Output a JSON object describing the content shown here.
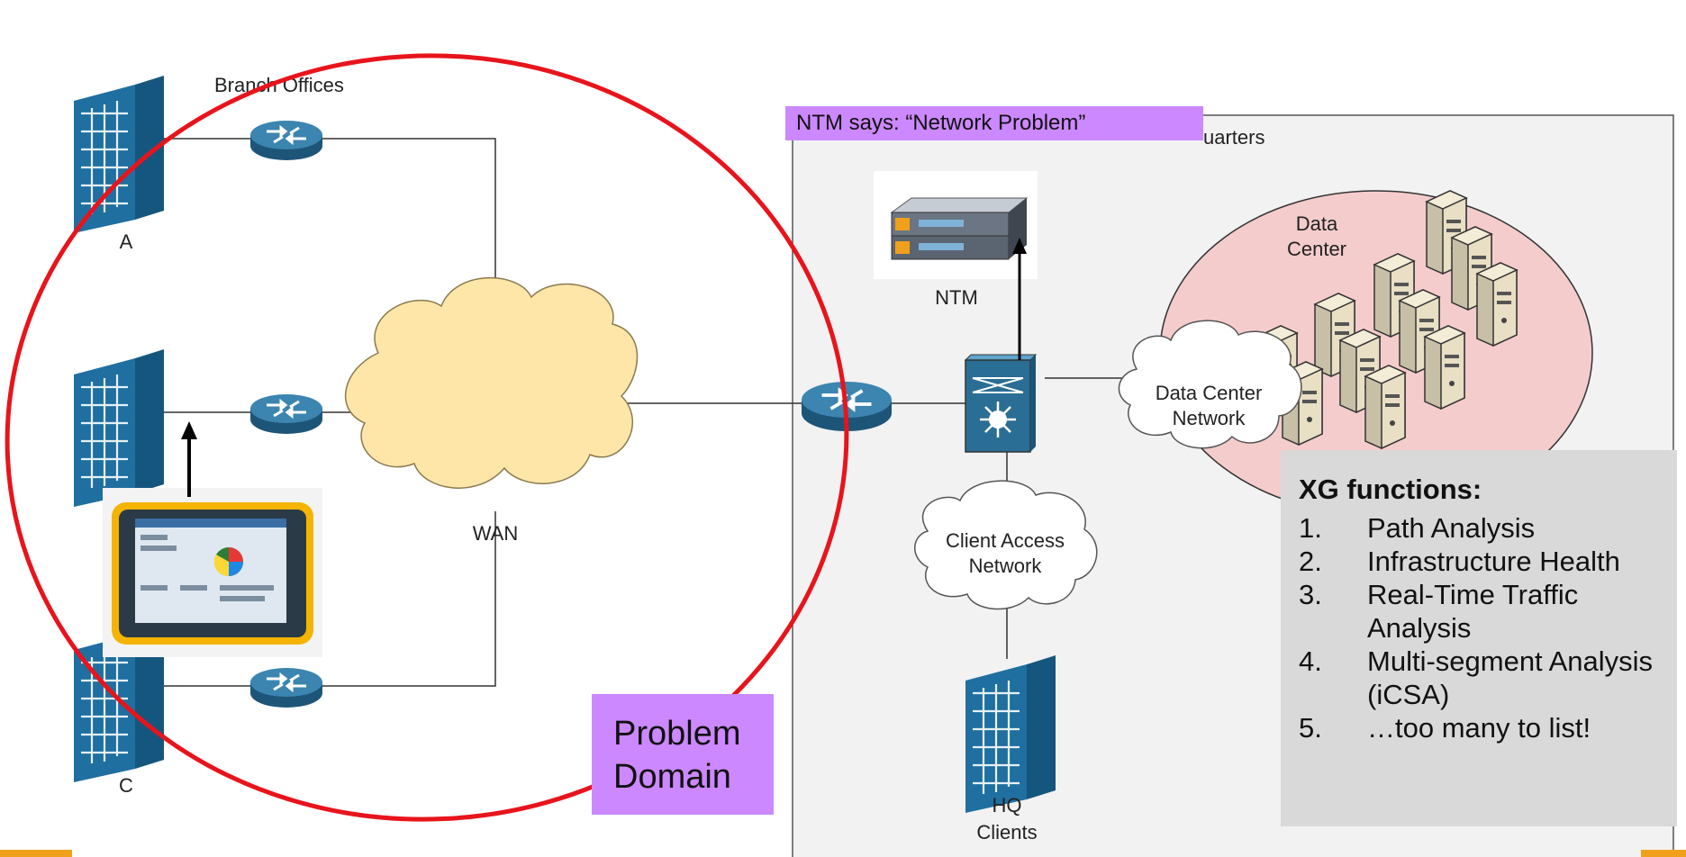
{
  "labels": {
    "branch_offices": "Branch Offices",
    "branch_a": "A",
    "branch_c": "C",
    "wan": "WAN",
    "headquarters_partial": "uarters",
    "ntm": "NTM",
    "data_center_line1": "Data",
    "data_center_line2": "Center",
    "dc_network_line1": "Data Center",
    "dc_network_line2": "Network",
    "client_access_line1": "Client Access",
    "client_access_line2": "Network",
    "hq_clients_line1": "HQ",
    "hq_clients_line2": "Clients"
  },
  "callouts": {
    "ntm_says": "NTM says: “Network Problem”",
    "problem_domain_line1": "Problem",
    "problem_domain_line2": "Domain"
  },
  "xg_functions": {
    "title": "XG functions:",
    "items": [
      {
        "num": "1.",
        "text": "Path Analysis"
      },
      {
        "num": "2.",
        "text": "Infrastructure Health"
      },
      {
        "num": "3.",
        "text": "Real-Time Traffic Analysis"
      },
      {
        "num": "4.",
        "text": "Multi-segment Analysis (iCSA)"
      },
      {
        "num": "5.",
        "text": "…too many to list!"
      }
    ]
  },
  "colors": {
    "problem_circle": "#e8141c",
    "callout_purple": "#cc88ff",
    "cloud_fill": "#fde6a8",
    "data_center_fill": "#f4cccc",
    "building_blue": "#1f6fa0",
    "router_blue": "#2a6e95",
    "xg_box": "#d9d9d9",
    "accent_orange": "#f0a01a"
  },
  "icons": {
    "building": "office-building-icon",
    "router": "router-icon",
    "cloud": "cloud-icon",
    "switch": "multilayer-switch-icon",
    "server": "server-tower-icon",
    "appliance": "rack-appliance-icon",
    "tablet": "handheld-analyzer-icon"
  }
}
